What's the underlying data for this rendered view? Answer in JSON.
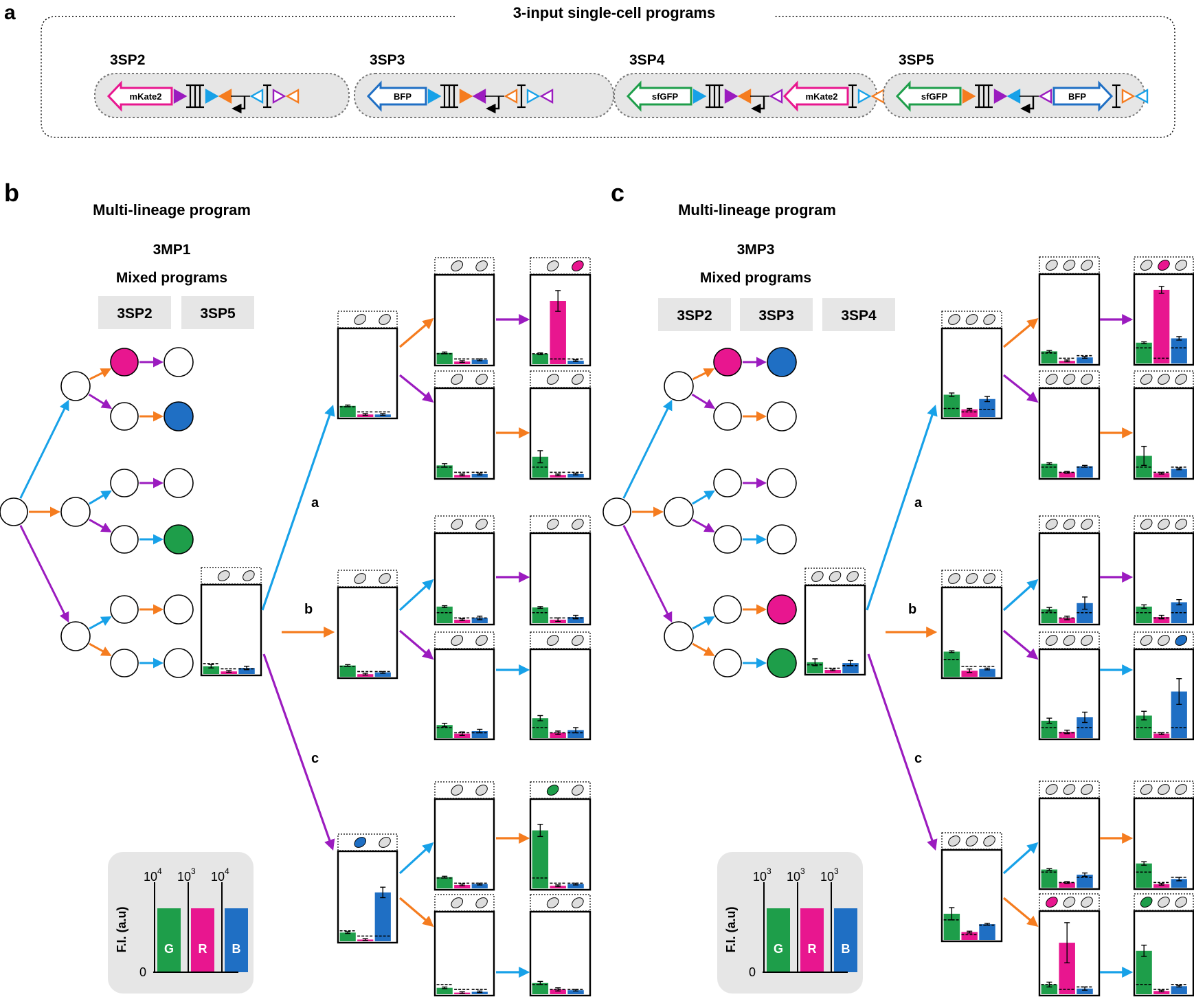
{
  "panel_a": {
    "letter": "a",
    "title": "3-input single-cell programs",
    "constructs": [
      {
        "label": "3SP2",
        "parts": [
          {
            "k": "gene",
            "dir": "left",
            "color": "#e8168f",
            "text": "mKate2"
          },
          {
            "k": "tri",
            "dir": "r",
            "color": "#9b1bbf",
            "filled": true
          },
          {
            "k": "term2"
          },
          {
            "k": "tri",
            "dir": "r",
            "color": "#17a1e8",
            "filled": true
          },
          {
            "k": "tri",
            "dir": "l",
            "color": "#f57c1f",
            "filled": true
          },
          {
            "k": "prom"
          },
          {
            "k": "tri",
            "dir": "l",
            "color": "#17a1e8",
            "filled": false
          },
          {
            "k": "term1"
          },
          {
            "k": "tri",
            "dir": "r",
            "color": "#9b1bbf",
            "filled": false
          },
          {
            "k": "tri",
            "dir": "l",
            "color": "#f57c1f",
            "filled": false
          }
        ]
      },
      {
        "label": "3SP3",
        "parts": [
          {
            "k": "gene",
            "dir": "left",
            "color": "#1f6fc4",
            "text": "BFP"
          },
          {
            "k": "tri",
            "dir": "r",
            "color": "#17a1e8",
            "filled": true
          },
          {
            "k": "term2"
          },
          {
            "k": "tri",
            "dir": "r",
            "color": "#f57c1f",
            "filled": true
          },
          {
            "k": "tri",
            "dir": "l",
            "color": "#9b1bbf",
            "filled": true
          },
          {
            "k": "prom"
          },
          {
            "k": "tri",
            "dir": "l",
            "color": "#f57c1f",
            "filled": false
          },
          {
            "k": "term1"
          },
          {
            "k": "tri",
            "dir": "r",
            "color": "#17a1e8",
            "filled": false
          },
          {
            "k": "tri",
            "dir": "l",
            "color": "#9b1bbf",
            "filled": false
          }
        ]
      },
      {
        "label": "3SP4",
        "parts": [
          {
            "k": "gene",
            "dir": "left",
            "color": "#1e9e4a",
            "text": "sfGFP"
          },
          {
            "k": "tri",
            "dir": "r",
            "color": "#17a1e8",
            "filled": true
          },
          {
            "k": "term2"
          },
          {
            "k": "tri",
            "dir": "r",
            "color": "#9b1bbf",
            "filled": true
          },
          {
            "k": "tri",
            "dir": "l",
            "color": "#f57c1f",
            "filled": true
          },
          {
            "k": "prom"
          },
          {
            "k": "tri",
            "dir": "l",
            "color": "#9b1bbf",
            "filled": false
          },
          {
            "k": "gene",
            "dir": "left",
            "color": "#e8168f",
            "text": "mKate2"
          },
          {
            "k": "term1"
          },
          {
            "k": "tri",
            "dir": "r",
            "color": "#17a1e8",
            "filled": false
          },
          {
            "k": "tri",
            "dir": "l",
            "color": "#f57c1f",
            "filled": false
          }
        ]
      },
      {
        "label": "3SP5",
        "parts": [
          {
            "k": "gene",
            "dir": "left",
            "color": "#1e9e4a",
            "text": "sfGFP"
          },
          {
            "k": "tri",
            "dir": "r",
            "color": "#f57c1f",
            "filled": true
          },
          {
            "k": "term2"
          },
          {
            "k": "tri",
            "dir": "r",
            "color": "#9b1bbf",
            "filled": true
          },
          {
            "k": "tri",
            "dir": "l",
            "color": "#17a1e8",
            "filled": true
          },
          {
            "k": "prom"
          },
          {
            "k": "tri",
            "dir": "l",
            "color": "#9b1bbf",
            "filled": false
          },
          {
            "k": "gene",
            "dir": "right",
            "color": "#1f6fc4",
            "text": "BFP"
          },
          {
            "k": "term1"
          },
          {
            "k": "tri",
            "dir": "r",
            "color": "#f57c1f",
            "filled": false
          },
          {
            "k": "tri",
            "dir": "l",
            "color": "#17a1e8",
            "filled": false
          }
        ]
      }
    ]
  },
  "colors": {
    "blue_input": "#17a1e8",
    "orange_input": "#f57c1f",
    "purple_input": "#9b1bbf",
    "green": "#1e9e4a",
    "red": "#e8168f",
    "blue": "#1f6fc4",
    "cell_off": "#dddddd",
    "panel_gray": "#e6e6e6"
  },
  "panel_b": {
    "letter": "b",
    "heading": "Multi-lineage program",
    "program": "3MP1",
    "subheading": "Mixed programs",
    "programs": [
      "3SP2",
      "3SP5"
    ],
    "branch_labels": [
      "a",
      "b",
      "c"
    ],
    "states": [
      "white",
      "white",
      "white",
      "red",
      "white",
      "white",
      "white",
      "white",
      "white",
      "white",
      "blue",
      "white",
      "green",
      "white",
      "white"
    ],
    "legend": {
      "ticks": [
        "10",
        "10",
        "10"
      ],
      "exponents": [
        "4",
        "3",
        "4"
      ],
      "zero": "0",
      "ylabel": "F.I. (a.u)",
      "bars": [
        "G",
        "R",
        "B"
      ]
    }
  },
  "panel_c": {
    "letter": "c",
    "heading": "Multi-lineage program",
    "program": "3MP3",
    "subheading": "Mixed programs",
    "programs": [
      "3SP2",
      "3SP3",
      "3SP4"
    ],
    "branch_labels": [
      "a",
      "b",
      "c"
    ],
    "states": [
      "white",
      "white",
      "white",
      "red",
      "white",
      "white",
      "white",
      "white",
      "white",
      "blue",
      "white",
      "white",
      "white",
      "red",
      "green"
    ],
    "legend": {
      "ticks": [
        "10",
        "10",
        "10"
      ],
      "exponents": [
        "3",
        "3",
        "3"
      ],
      "zero": "0",
      "ylabel": "F.I. (a.u)",
      "bars": [
        "G",
        "R",
        "B"
      ]
    }
  },
  "chart_data": [
    {
      "id": "b_root",
      "type": "bar",
      "categories": [
        "G",
        "R",
        "B"
      ],
      "values": [
        0.09,
        0.03,
        0.07
      ],
      "errors": [
        0.02,
        0.01,
        0.02
      ],
      "thresholds": [
        0.12,
        0.06,
        0.06
      ],
      "cells": [
        "off",
        "off"
      ]
    },
    {
      "id": "b_a1",
      "type": "bar",
      "categories": [
        "G",
        "R",
        "B"
      ],
      "values": [
        0.13,
        0.03,
        0.03
      ],
      "errors": [
        0.01,
        0.01,
        0.01
      ],
      "thresholds": [
        0.12,
        0.06,
        0.06
      ],
      "cells": [
        "off",
        "off"
      ]
    },
    {
      "id": "b_b1",
      "type": "bar",
      "categories": [
        "G",
        "R",
        "B"
      ],
      "values": [
        0.13,
        0.03,
        0.05
      ],
      "errors": [
        0.01,
        0.01,
        0.01
      ],
      "thresholds": [
        0.12,
        0.06,
        0.06
      ],
      "cells": [
        "off",
        "off"
      ]
    },
    {
      "id": "b_c1",
      "type": "bar",
      "categories": [
        "G",
        "R",
        "B"
      ],
      "values": [
        0.1,
        0.02,
        0.56
      ],
      "errors": [
        0.01,
        0.01,
        0.06
      ],
      "thresholds": [
        0.12,
        0.06,
        0.06
      ],
      "cells": [
        "blue",
        "off"
      ]
    },
    {
      "id": "b_a2o",
      "type": "bar",
      "categories": [
        "G",
        "R",
        "B"
      ],
      "values": [
        0.13,
        0.03,
        0.05
      ],
      "errors": [
        0.01,
        0.01,
        0.01
      ],
      "thresholds": [
        0.12,
        0.06,
        0.06
      ],
      "cells": [
        "off",
        "off"
      ]
    },
    {
      "id": "b_a2p",
      "type": "bar",
      "categories": [
        "G",
        "R",
        "B"
      ],
      "values": [
        0.14,
        0.03,
        0.04
      ],
      "errors": [
        0.02,
        0.01,
        0.01
      ],
      "thresholds": [
        0.12,
        0.06,
        0.06
      ],
      "cells": [
        "off",
        "off"
      ]
    },
    {
      "id": "b_b2b",
      "type": "bar",
      "categories": [
        "G",
        "R",
        "B"
      ],
      "values": [
        0.19,
        0.04,
        0.06
      ],
      "errors": [
        0.01,
        0.01,
        0.02
      ],
      "thresholds": [
        0.12,
        0.06,
        0.06
      ],
      "cells": [
        "off",
        "off"
      ]
    },
    {
      "id": "b_b2p",
      "type": "bar",
      "categories": [
        "G",
        "R",
        "B"
      ],
      "values": [
        0.15,
        0.05,
        0.08
      ],
      "errors": [
        0.02,
        0.02,
        0.02
      ],
      "thresholds": [
        0.12,
        0.06,
        0.06
      ],
      "cells": [
        "off",
        "off"
      ]
    },
    {
      "id": "b_c2b",
      "type": "bar",
      "categories": [
        "G",
        "R",
        "B"
      ],
      "values": [
        0.13,
        0.04,
        0.05
      ],
      "errors": [
        0.01,
        0.01,
        0.01
      ],
      "thresholds": [
        0.12,
        0.06,
        0.06
      ],
      "cells": [
        "off",
        "off"
      ]
    },
    {
      "id": "b_c2o",
      "type": "bar",
      "categories": [
        "G",
        "R",
        "B"
      ],
      "values": [
        0.08,
        0.02,
        0.03
      ],
      "errors": [
        0.01,
        0.01,
        0.01
      ],
      "thresholds": [
        0.12,
        0.06,
        0.06
      ],
      "cells": [
        "off",
        "off"
      ]
    },
    {
      "id": "b_a3",
      "type": "bar",
      "categories": [
        "G",
        "R",
        "B"
      ],
      "values": [
        0.12,
        0.73,
        0.04
      ],
      "errors": [
        0.01,
        0.12,
        0.01
      ],
      "thresholds": [
        0.12,
        0.06,
        0.06
      ],
      "cells": [
        "off",
        "red"
      ]
    },
    {
      "id": "b_a3b",
      "type": "bar",
      "categories": [
        "G",
        "R",
        "B"
      ],
      "values": [
        0.24,
        0.03,
        0.04
      ],
      "errors": [
        0.07,
        0.01,
        0.01
      ],
      "thresholds": [
        0.12,
        0.06,
        0.06
      ],
      "cells": [
        "off",
        "off"
      ]
    },
    {
      "id": "b_b3a",
      "type": "bar",
      "categories": [
        "G",
        "R",
        "B"
      ],
      "values": [
        0.18,
        0.04,
        0.07
      ],
      "errors": [
        0.01,
        0.02,
        0.02
      ],
      "thresholds": [
        0.12,
        0.06,
        0.06
      ],
      "cells": [
        "off",
        "off"
      ]
    },
    {
      "id": "b_b3b",
      "type": "bar",
      "categories": [
        "G",
        "R",
        "B"
      ],
      "values": [
        0.23,
        0.06,
        0.09
      ],
      "errors": [
        0.03,
        0.02,
        0.03
      ],
      "thresholds": [
        0.12,
        0.06,
        0.06
      ],
      "cells": [
        "off",
        "off"
      ]
    },
    {
      "id": "b_c3a",
      "type": "bar",
      "categories": [
        "G",
        "R",
        "B"
      ],
      "values": [
        0.67,
        0.03,
        0.05
      ],
      "errors": [
        0.07,
        0.01,
        0.01
      ],
      "thresholds": [
        0.12,
        0.06,
        0.06
      ],
      "cells": [
        "green",
        "off"
      ]
    },
    {
      "id": "b_c3b",
      "type": "bar",
      "categories": [
        "G",
        "R",
        "B"
      ],
      "values": [
        0.14,
        0.06,
        0.05
      ],
      "errors": [
        0.02,
        0.02,
        0.01
      ],
      "thresholds": [
        0.12,
        0.06,
        0.06
      ],
      "cells": [
        "off",
        "off"
      ]
    },
    {
      "id": "c_root",
      "type": "bar",
      "categories": [
        "G",
        "R",
        "B"
      ],
      "values": [
        0.13,
        0.04,
        0.12
      ],
      "errors": [
        0.04,
        0.01,
        0.03
      ],
      "thresholds": [
        0.1,
        0.06,
        0.09
      ],
      "cells": [
        "off",
        "off",
        "off"
      ]
    },
    {
      "id": "c_a1",
      "type": "bar",
      "categories": [
        "G",
        "R",
        "B"
      ],
      "values": [
        0.26,
        0.09,
        0.21
      ],
      "errors": [
        0.02,
        0.01,
        0.03
      ],
      "thresholds": [
        0.1,
        0.06,
        0.09
      ],
      "cells": [
        "off",
        "off",
        "off"
      ]
    },
    {
      "id": "c_b1",
      "type": "bar",
      "categories": [
        "G",
        "R",
        "B"
      ],
      "values": [
        0.29,
        0.07,
        0.09
      ],
      "errors": [
        0.01,
        0.02,
        0.01
      ],
      "thresholds": [
        0.2,
        0.12,
        0.12
      ],
      "cells": [
        "off",
        "off",
        "off"
      ]
    },
    {
      "id": "c_c1",
      "type": "bar",
      "categories": [
        "G",
        "R",
        "B"
      ],
      "values": [
        0.3,
        0.09,
        0.18
      ],
      "errors": [
        0.07,
        0.01,
        0.01
      ],
      "thresholds": [
        0.23,
        0.06,
        0.17
      ],
      "cells": [
        "off",
        "off",
        "off"
      ]
    },
    {
      "id": "c_a2o",
      "type": "bar",
      "categories": [
        "G",
        "R",
        "B"
      ],
      "values": [
        0.14,
        0.03,
        0.07
      ],
      "errors": [
        0.01,
        0.01,
        0.01
      ],
      "thresholds": [
        0.12,
        0.06,
        0.09
      ],
      "cells": [
        "off",
        "off",
        "off"
      ]
    },
    {
      "id": "c_a2p",
      "type": "bar",
      "categories": [
        "G",
        "R",
        "B"
      ],
      "values": [
        0.16,
        0.06,
        0.13
      ],
      "errors": [
        0.01,
        0.01,
        0.01
      ],
      "thresholds": [
        0.12,
        0.06,
        0.12
      ],
      "cells": [
        "off",
        "off",
        "off"
      ]
    },
    {
      "id": "c_b2b",
      "type": "bar",
      "categories": [
        "G",
        "R",
        "B"
      ],
      "values": [
        0.16,
        0.06,
        0.23
      ],
      "errors": [
        0.02,
        0.02,
        0.07
      ],
      "thresholds": [
        0.12,
        0.06,
        0.12
      ],
      "cells": [
        "off",
        "off",
        "off"
      ]
    },
    {
      "id": "c_b2p",
      "type": "bar",
      "categories": [
        "G",
        "R",
        "B"
      ],
      "values": [
        0.2,
        0.07,
        0.24
      ],
      "errors": [
        0.03,
        0.02,
        0.06
      ],
      "thresholds": [
        0.12,
        0.06,
        0.12
      ],
      "cells": [
        "off",
        "off",
        "off"
      ]
    },
    {
      "id": "c_c2b",
      "type": "bar",
      "categories": [
        "G",
        "R",
        "B"
      ],
      "values": [
        0.21,
        0.06,
        0.15
      ],
      "errors": [
        0.01,
        0.01,
        0.02
      ],
      "thresholds": [
        0.18,
        0.06,
        0.12
      ],
      "cells": [
        "off",
        "off",
        "off"
      ]
    },
    {
      "id": "c_c2o",
      "type": "bar",
      "categories": [
        "G",
        "R",
        "B"
      ],
      "values": [
        0.12,
        0.64,
        0.07
      ],
      "errors": [
        0.03,
        0.25,
        0.02
      ],
      "thresholds": [
        0.12,
        0.06,
        0.09
      ],
      "cells": [
        "red",
        "off",
        "off"
      ]
    },
    {
      "id": "c_a3",
      "type": "bar",
      "categories": [
        "G",
        "R",
        "B"
      ],
      "values": [
        0.24,
        0.85,
        0.29
      ],
      "errors": [
        0.01,
        0.04,
        0.02
      ],
      "thresholds": [
        0.18,
        0.06,
        0.18
      ],
      "cells": [
        "off",
        "red",
        "off"
      ]
    },
    {
      "id": "c_a3b",
      "type": "bar",
      "categories": [
        "G",
        "R",
        "B"
      ],
      "values": [
        0.25,
        0.05,
        0.1
      ],
      "errors": [
        0.11,
        0.01,
        0.01
      ],
      "thresholds": [
        0.12,
        0.06,
        0.12
      ],
      "cells": [
        "off",
        "off",
        "off"
      ]
    },
    {
      "id": "c_b3a",
      "type": "bar",
      "categories": [
        "G",
        "R",
        "B"
      ],
      "values": [
        0.19,
        0.07,
        0.24
      ],
      "errors": [
        0.02,
        0.02,
        0.03
      ],
      "thresholds": [
        0.12,
        0.06,
        0.12
      ],
      "cells": [
        "off",
        "off",
        "off"
      ]
    },
    {
      "id": "c_b3b",
      "type": "bar",
      "categories": [
        "G",
        "R",
        "B"
      ],
      "values": [
        0.26,
        0.05,
        0.54
      ],
      "errors": [
        0.05,
        0.01,
        0.15
      ],
      "thresholds": [
        0.12,
        0.06,
        0.12
      ],
      "cells": [
        "off",
        "off",
        "blue"
      ]
    },
    {
      "id": "c_c3a",
      "type": "bar",
      "categories": [
        "G",
        "R",
        "B"
      ],
      "values": [
        0.28,
        0.04,
        0.1
      ],
      "errors": [
        0.02,
        0.01,
        0.02
      ],
      "thresholds": [
        0.18,
        0.06,
        0.12
      ],
      "cells": [
        "off",
        "off",
        "off"
      ]
    },
    {
      "id": "c_c3b",
      "type": "bar",
      "categories": [
        "G",
        "R",
        "B"
      ],
      "values": [
        0.54,
        0.04,
        0.1
      ],
      "errors": [
        0.07,
        0.01,
        0.01
      ],
      "thresholds": [
        0.12,
        0.06,
        0.12
      ],
      "cells": [
        "green",
        "off",
        "off"
      ]
    }
  ]
}
